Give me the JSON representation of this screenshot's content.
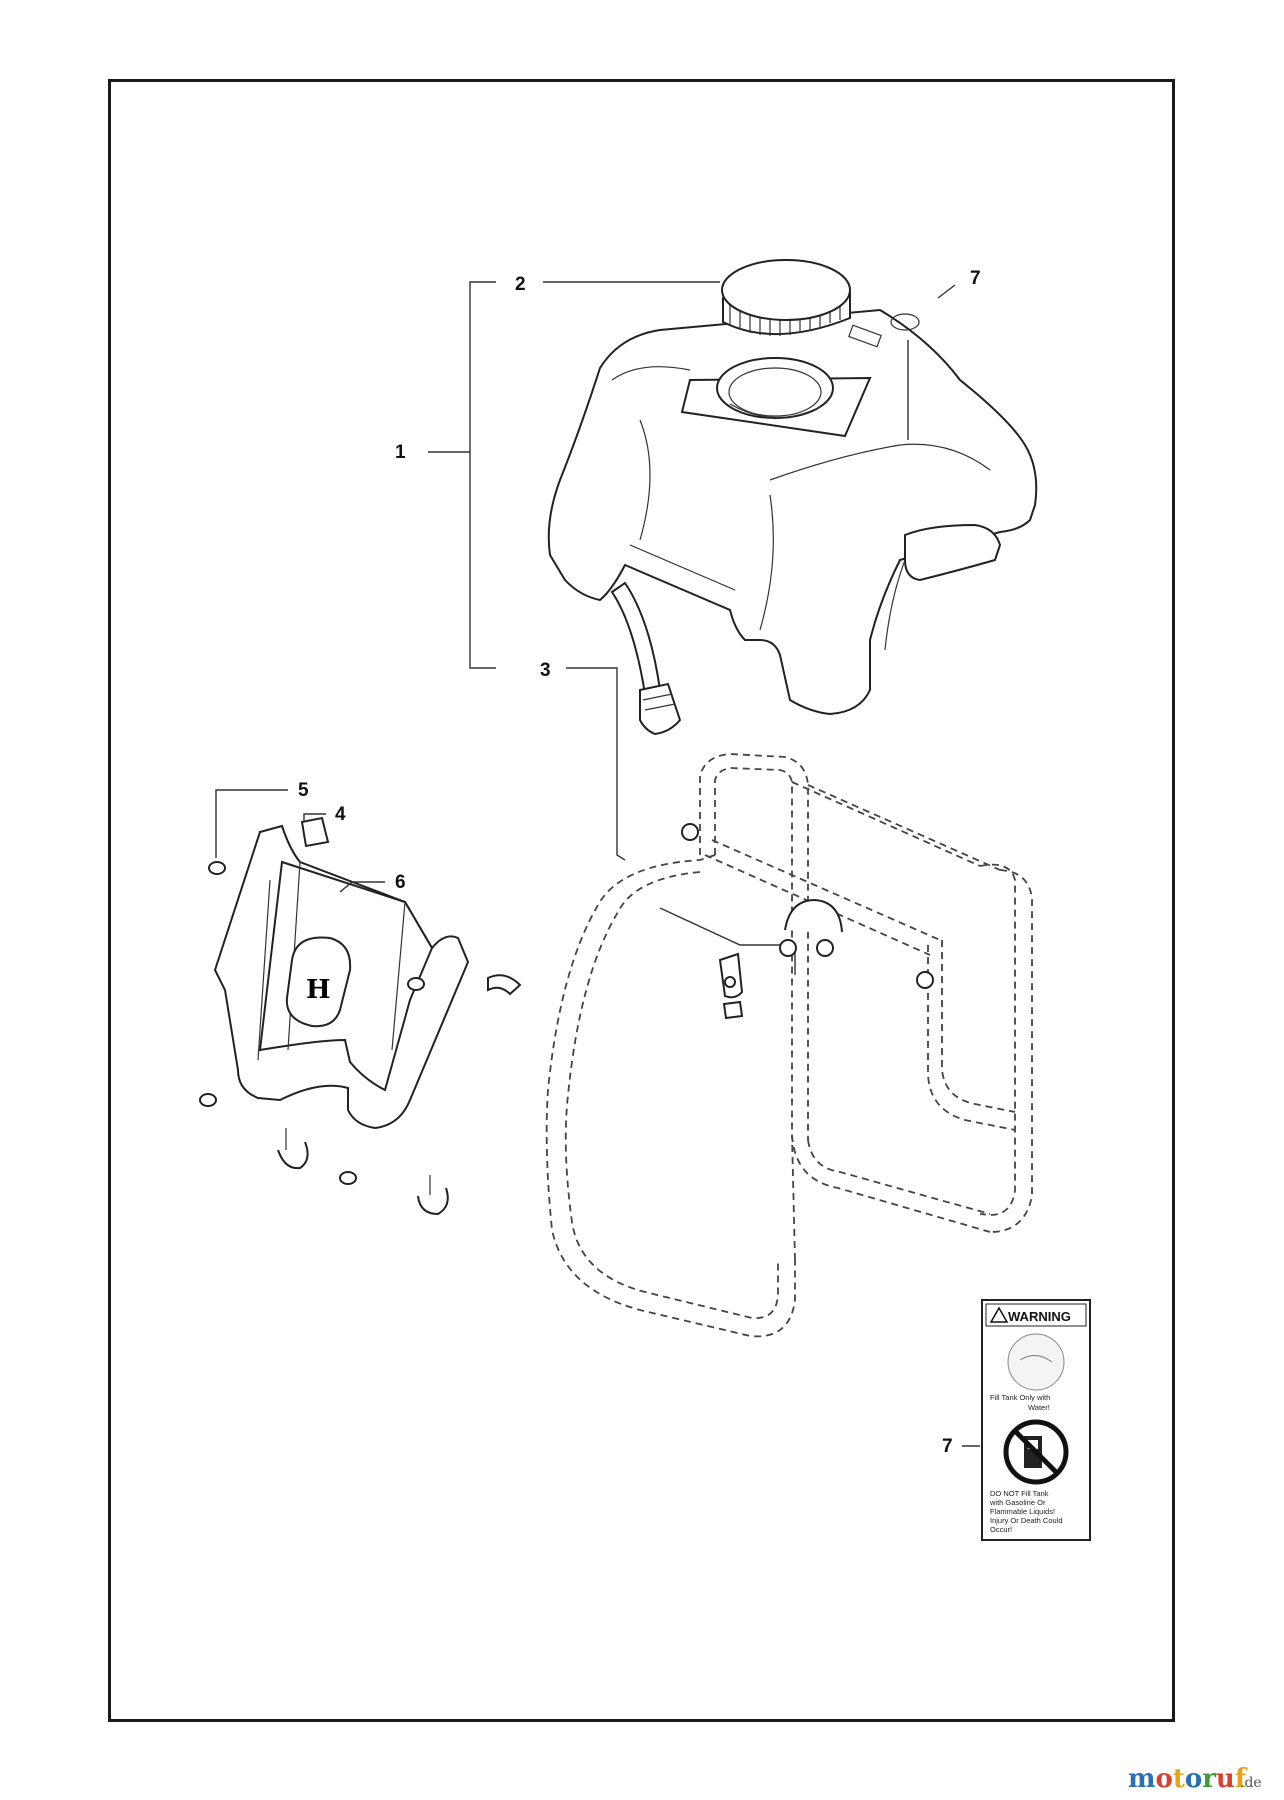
{
  "diagram": {
    "callouts": {
      "c1": "1",
      "c2": "2",
      "c3": "3",
      "c4": "4",
      "c5": "5",
      "c6": "6",
      "c7_top": "7",
      "c7_label": "7"
    },
    "warning_label": {
      "heading": "WARNING",
      "line1": "Fill Tank Only with",
      "line2": "Water!",
      "line3": "DO NOT Fill Tank",
      "line4": "with Gasoline Or",
      "line5": "Flammable Liquids!",
      "line6": "Injury Or Death Could",
      "line7": "Occur!"
    },
    "cover_logo_letter": "H"
  },
  "watermark": {
    "brand": "motoruf",
    "tld": ".de",
    "colors": {
      "m": "#2a6fb0",
      "o1": "#d8402f",
      "t": "#e8a418",
      "o2": "#2a6fb0",
      "r": "#3f9a3a",
      "u": "#d8402f",
      "f": "#e8a418"
    }
  }
}
